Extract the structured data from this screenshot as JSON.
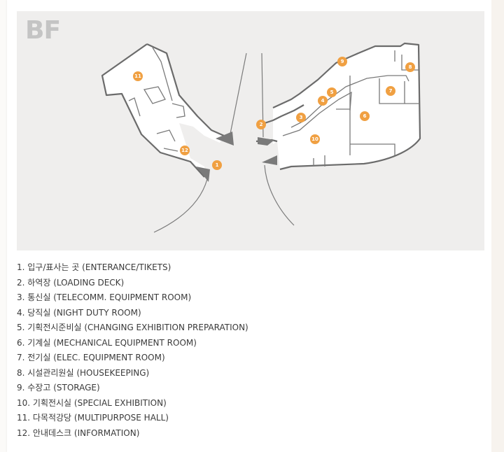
{
  "floor_label": "BF",
  "colors": {
    "marker": "#f0a042",
    "plan_background": "#efeeed",
    "wall": "#6b6b6b"
  },
  "markers": [
    {
      "number": "1"
    },
    {
      "number": "2"
    },
    {
      "number": "3"
    },
    {
      "number": "4"
    },
    {
      "number": "5"
    },
    {
      "number": "6"
    },
    {
      "number": "7"
    },
    {
      "number": "8"
    },
    {
      "number": "9"
    },
    {
      "number": "10"
    },
    {
      "number": "11"
    },
    {
      "number": "12"
    }
  ],
  "legend": [
    "1. 입구/표사는 곳 (ENTERANCE/TIKETS)",
    "2. 하역장 (LOADING DECK)",
    "3. 통신실 (TELECOMM. EQUIPMENT ROOM)",
    "4. 당직실 (NIGHT DUTY ROOM)",
    "5. 기획전시준비실 (CHANGING EXHIBITION PREPARATION)",
    "6. 기계실 (MECHANICAL EQUIPMENT ROOM)",
    "7. 전기실 (ELEC. EQUIPMENT ROOM)",
    "8. 시설관리원실 (HOUSEKEEPING)",
    "9. 수장고 (STORAGE)",
    "10. 기획전시실 (SPECIAL EXHIBITION)",
    "11. 다목적강당 (MULTIPURPOSE HALL)",
    "12. 안내데스크 (INFORMATION)"
  ]
}
